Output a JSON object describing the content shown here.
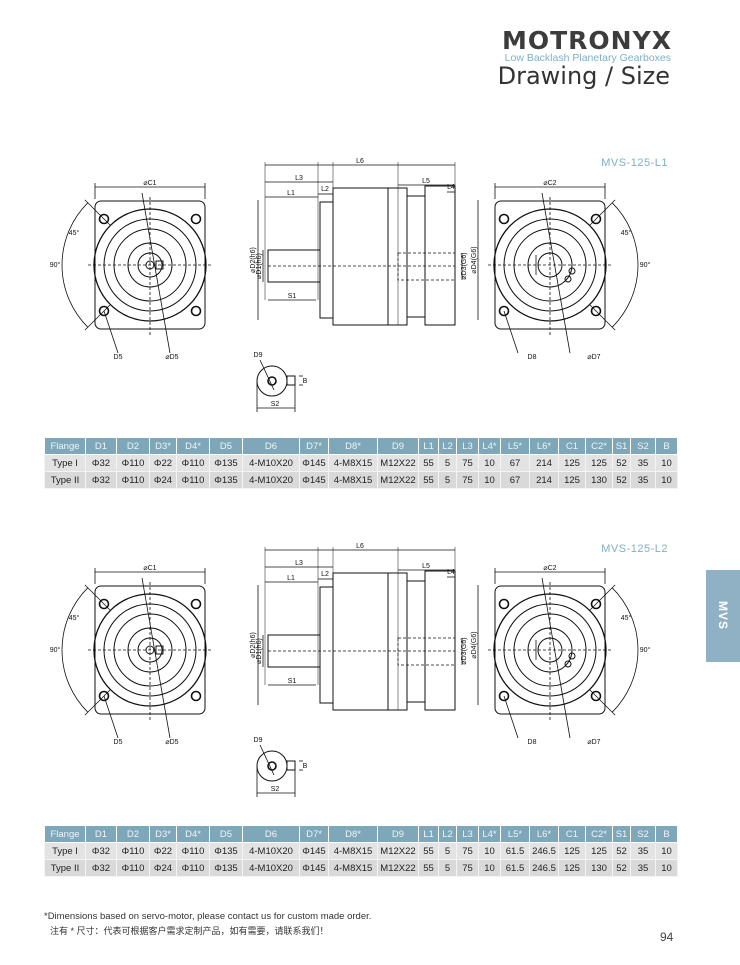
{
  "header": {
    "logo_text": "MOTRONYX",
    "tagline": "Low Backlash Planetary Gearboxes",
    "title": "Drawing / Size"
  },
  "drawing_labels": {
    "c1": "⌀C1",
    "c2": "⌀C2",
    "angle45": "45°",
    "angle90": "90°",
    "d5": "D5",
    "d5dia": "⌀D5",
    "d8": "D8",
    "d7dia": "⌀D7",
    "l6": "L6",
    "l3": "L3",
    "l1": "L1",
    "l2": "L2",
    "l5": "L5",
    "l4": "L4",
    "d2": "⌀D2(h6)",
    "d1": "⌀D1(h6)",
    "d3": "⌀D3(G6)",
    "d4": "⌀D4(G6)",
    "s1": "S1",
    "s2": "S2",
    "d9": "D9",
    "b": "B"
  },
  "columns": [
    "Flange",
    "D1",
    "D2",
    "D3*",
    "D4*",
    "D5",
    "D6",
    "D7*",
    "D8*",
    "D9",
    "L1",
    "L2",
    "L3",
    "L4*",
    "L5*",
    "L6*",
    "C1",
    "C2*",
    "S1",
    "S2",
    "B"
  ],
  "sections": [
    {
      "model": "MVS-125-L1",
      "rows": [
        [
          "Type I",
          "Φ32",
          "Φ110",
          "Φ22",
          "Φ110",
          "Φ135",
          "4-M10X20",
          "Φ145",
          "4-M8X15",
          "M12X22",
          "55",
          "5",
          "75",
          "10",
          "67",
          "214",
          "125",
          "125",
          "52",
          "35",
          "10"
        ],
        [
          "Type II",
          "Φ32",
          "Φ110",
          "Φ24",
          "Φ110",
          "Φ135",
          "4-M10X20",
          "Φ145",
          "4-M8X15",
          "M12X22",
          "55",
          "5",
          "75",
          "10",
          "67",
          "214",
          "125",
          "130",
          "52",
          "35",
          "10"
        ]
      ]
    },
    {
      "model": "MVS-125-L2",
      "rows": [
        [
          "Type I",
          "Φ32",
          "Φ110",
          "Φ22",
          "Φ110",
          "Φ135",
          "4-M10X20",
          "Φ145",
          "4-M8X15",
          "M12X22",
          "55",
          "5",
          "75",
          "10",
          "61.5",
          "246.5",
          "125",
          "125",
          "52",
          "35",
          "10"
        ],
        [
          "Type II",
          "Φ32",
          "Φ110",
          "Φ24",
          "Φ110",
          "Φ135",
          "4-M10X20",
          "Φ145",
          "4-M8X15",
          "M12X22",
          "55",
          "5",
          "75",
          "10",
          "61.5",
          "246.5",
          "125",
          "130",
          "52",
          "35",
          "10"
        ]
      ]
    }
  ],
  "side_tab": "MVS",
  "footer": {
    "note_en": "*Dimensions based on servo-motor,  please contact us for custom made order.",
    "note_cn": "注有 * 尺寸：代表可根据客户需求定制产品，如有需要，请联系我们！",
    "page_number": "94"
  }
}
